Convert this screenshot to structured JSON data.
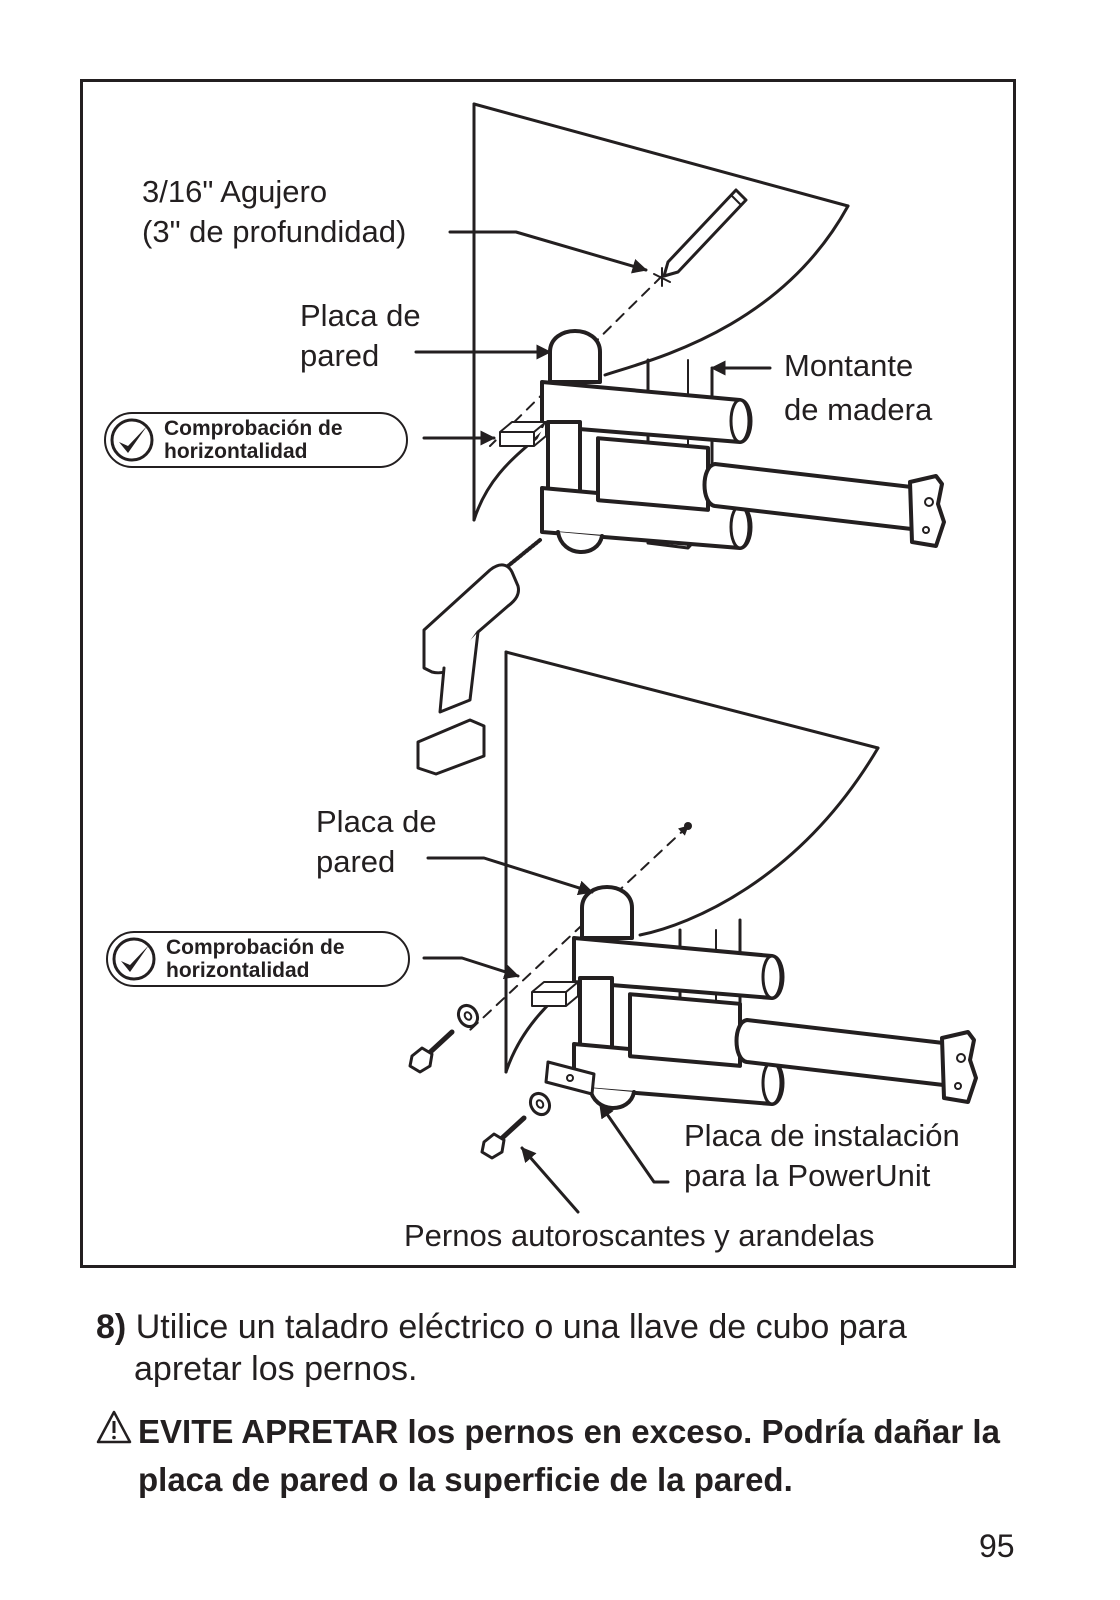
{
  "figure": {
    "top_panel": {
      "hole_label_line1": "3/16\" Agujero",
      "hole_label_line2": "(3\" de profundidad)",
      "wall_plate_line1": "Placa de",
      "wall_plate_line2": "pared",
      "stud_line1": "Montante",
      "stud_line2": "de madera",
      "level_badge_line1": "Comprobación de",
      "level_badge_line2": "horizontalidad"
    },
    "bottom_panel": {
      "wall_plate_line1": "Placa de",
      "wall_plate_line2": "pared",
      "level_badge_line1": "Comprobación de",
      "level_badge_line2": "horizontalidad",
      "powerunit_line1": "Placa de instalación",
      "powerunit_line2": "para la PowerUnit",
      "bolts_label": "Pernos autoroscantes y arandelas"
    },
    "icons": [
      "check-circle-icon",
      "pencil-icon",
      "drill-icon",
      "level-icon",
      "lag-bolt-icon",
      "washer-icon",
      "wall-mount-arm-icon"
    ]
  },
  "instructions": {
    "step_number": "8)",
    "step_line1": "Utilice un taladro eléctrico o una llave de cubo para",
    "step_line2": "apretar los pernos.",
    "warning_icon": "warning-triangle-icon",
    "warning_line1": "EVITE APRETAR los pernos en exceso. Podría dañar la",
    "warning_line2": "placa de pared o la superficie de la pared."
  },
  "page_number": "95"
}
